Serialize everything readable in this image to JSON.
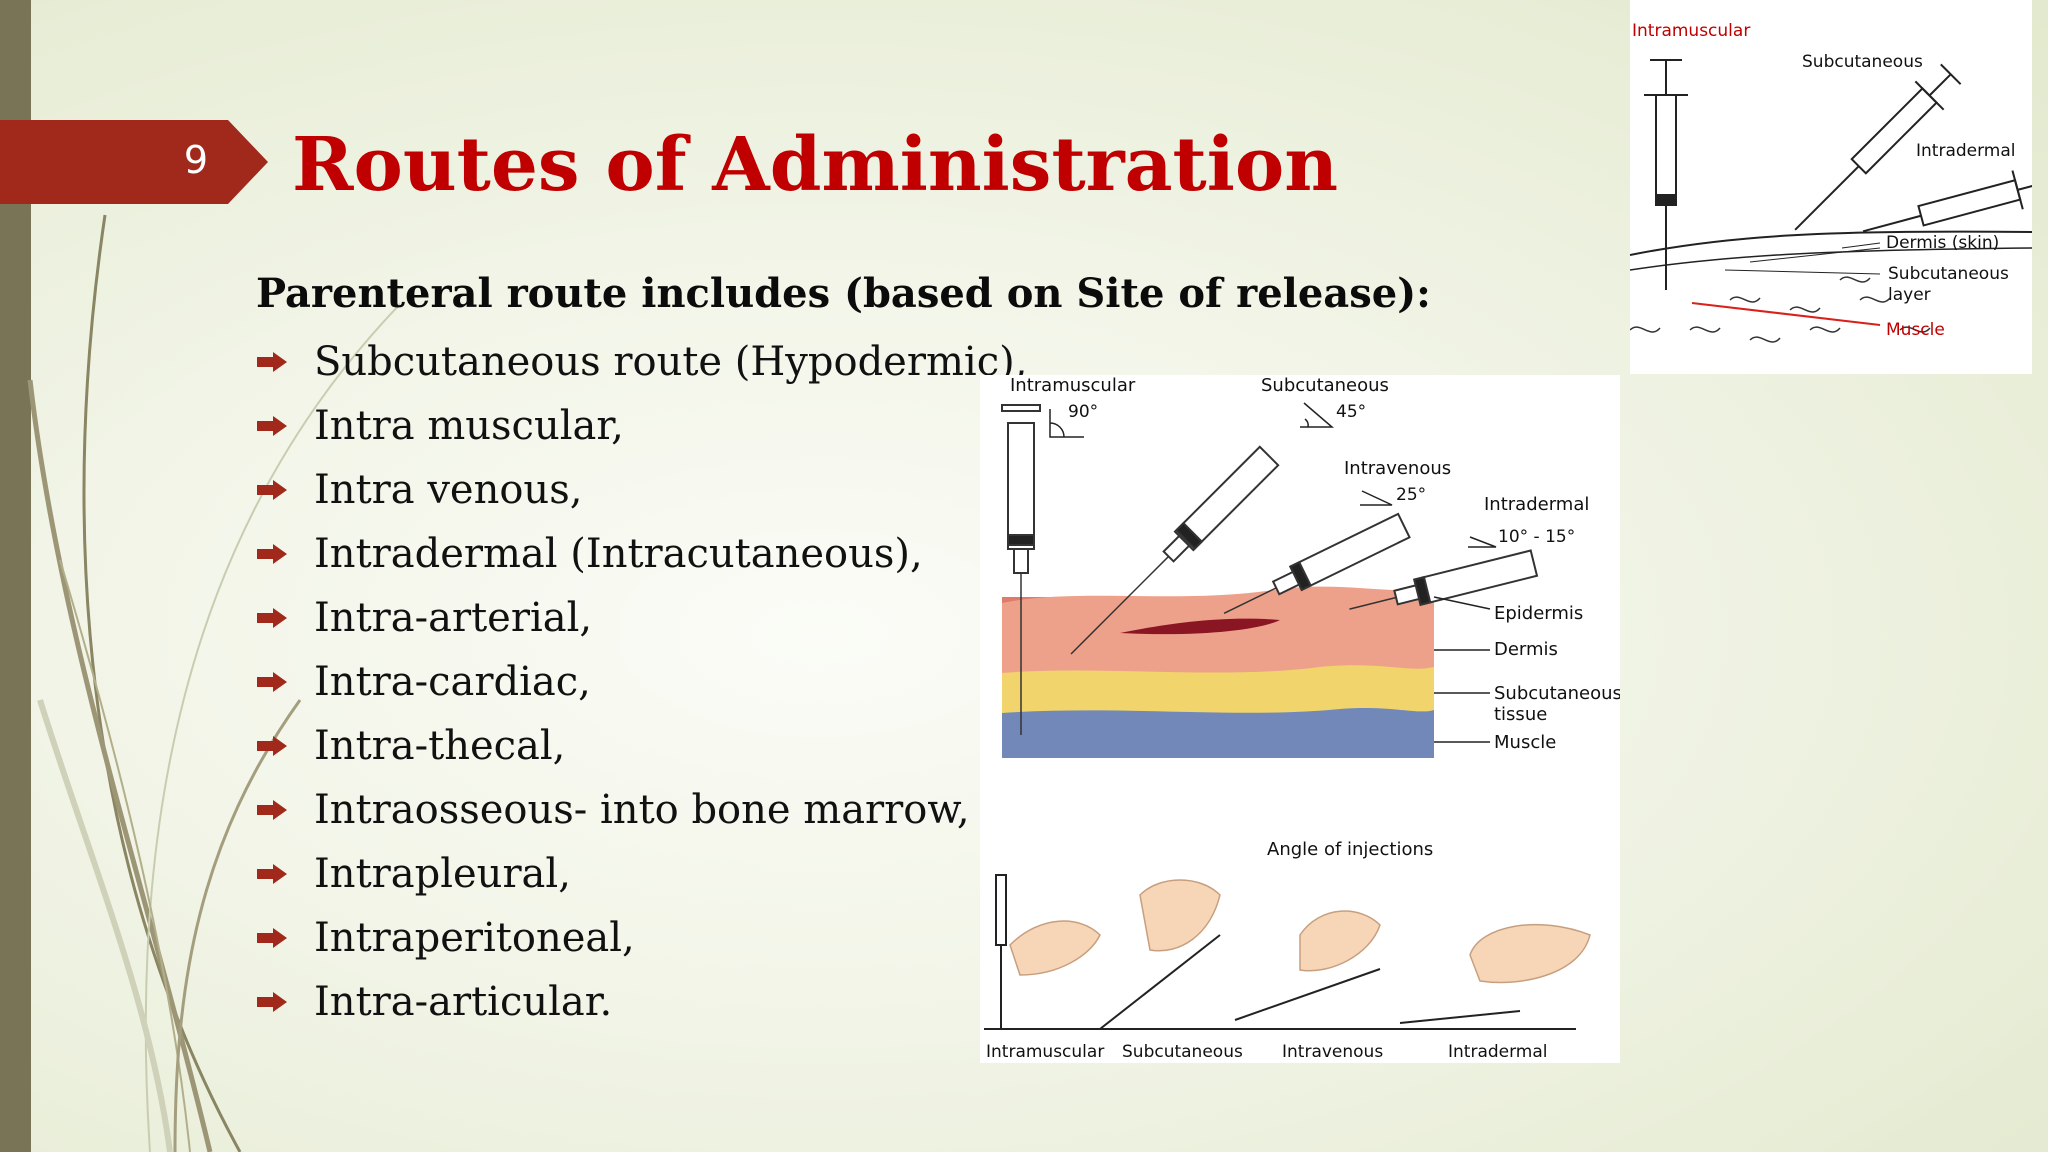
{
  "slide": {
    "number": "9",
    "title": "Routes of Administration",
    "subtitle": "Parenteral route includes (based on Site of release):",
    "bullet_icon": "arrow-right-icon",
    "bullets": [
      "Subcutaneous route (Hypodermic),",
      "Intra muscular,",
      "Intra venous,",
      "Intradermal (Intracutaneous),",
      "Intra-arterial,",
      "Intra-cardiac,",
      "Intra-thecal,",
      "Intraosseous- into bone marrow,",
      "Intrapleural,",
      "Intraperitoneal,",
      "Intra-articular."
    ]
  },
  "figure_top": {
    "labels": {
      "intramuscular": "Intramuscular",
      "subcutaneous": "Subcutaneous",
      "intradermal": "Intradermal",
      "dermis": "Dermis (skin)",
      "subcutaneous_layer_1": "Subcutaneous",
      "subcutaneous_layer_2": "layer",
      "muscle": "Muscle"
    }
  },
  "figure_main": {
    "labels": {
      "intramuscular": "Intramuscular",
      "im_angle": "90°",
      "subcutaneous": "Subcutaneous",
      "sc_angle": "45°",
      "intravenous": "Intravenous",
      "iv_angle": "25°",
      "intradermal": "Intradermal",
      "id_angle": "10° - 15°",
      "epidermis": "Epidermis",
      "dermis": "Dermis",
      "subcutaneous_tissue_1": "Subcutaneous",
      "subcutaneous_tissue_2": "tissue",
      "muscle": "Muscle",
      "angle_caption": "Angle of injections",
      "bottom_im": "Intramuscular",
      "bottom_sc": "Subcutaneous",
      "bottom_iv": "Intravenous",
      "bottom_id": "Intradermal"
    }
  },
  "colors": {
    "title": "#c00000",
    "tab": "#a0291b",
    "epidermis": "#e07a6a",
    "dermis": "#eea18a",
    "subcutaneous": "#f1d56c",
    "muscle": "#7288b8"
  }
}
